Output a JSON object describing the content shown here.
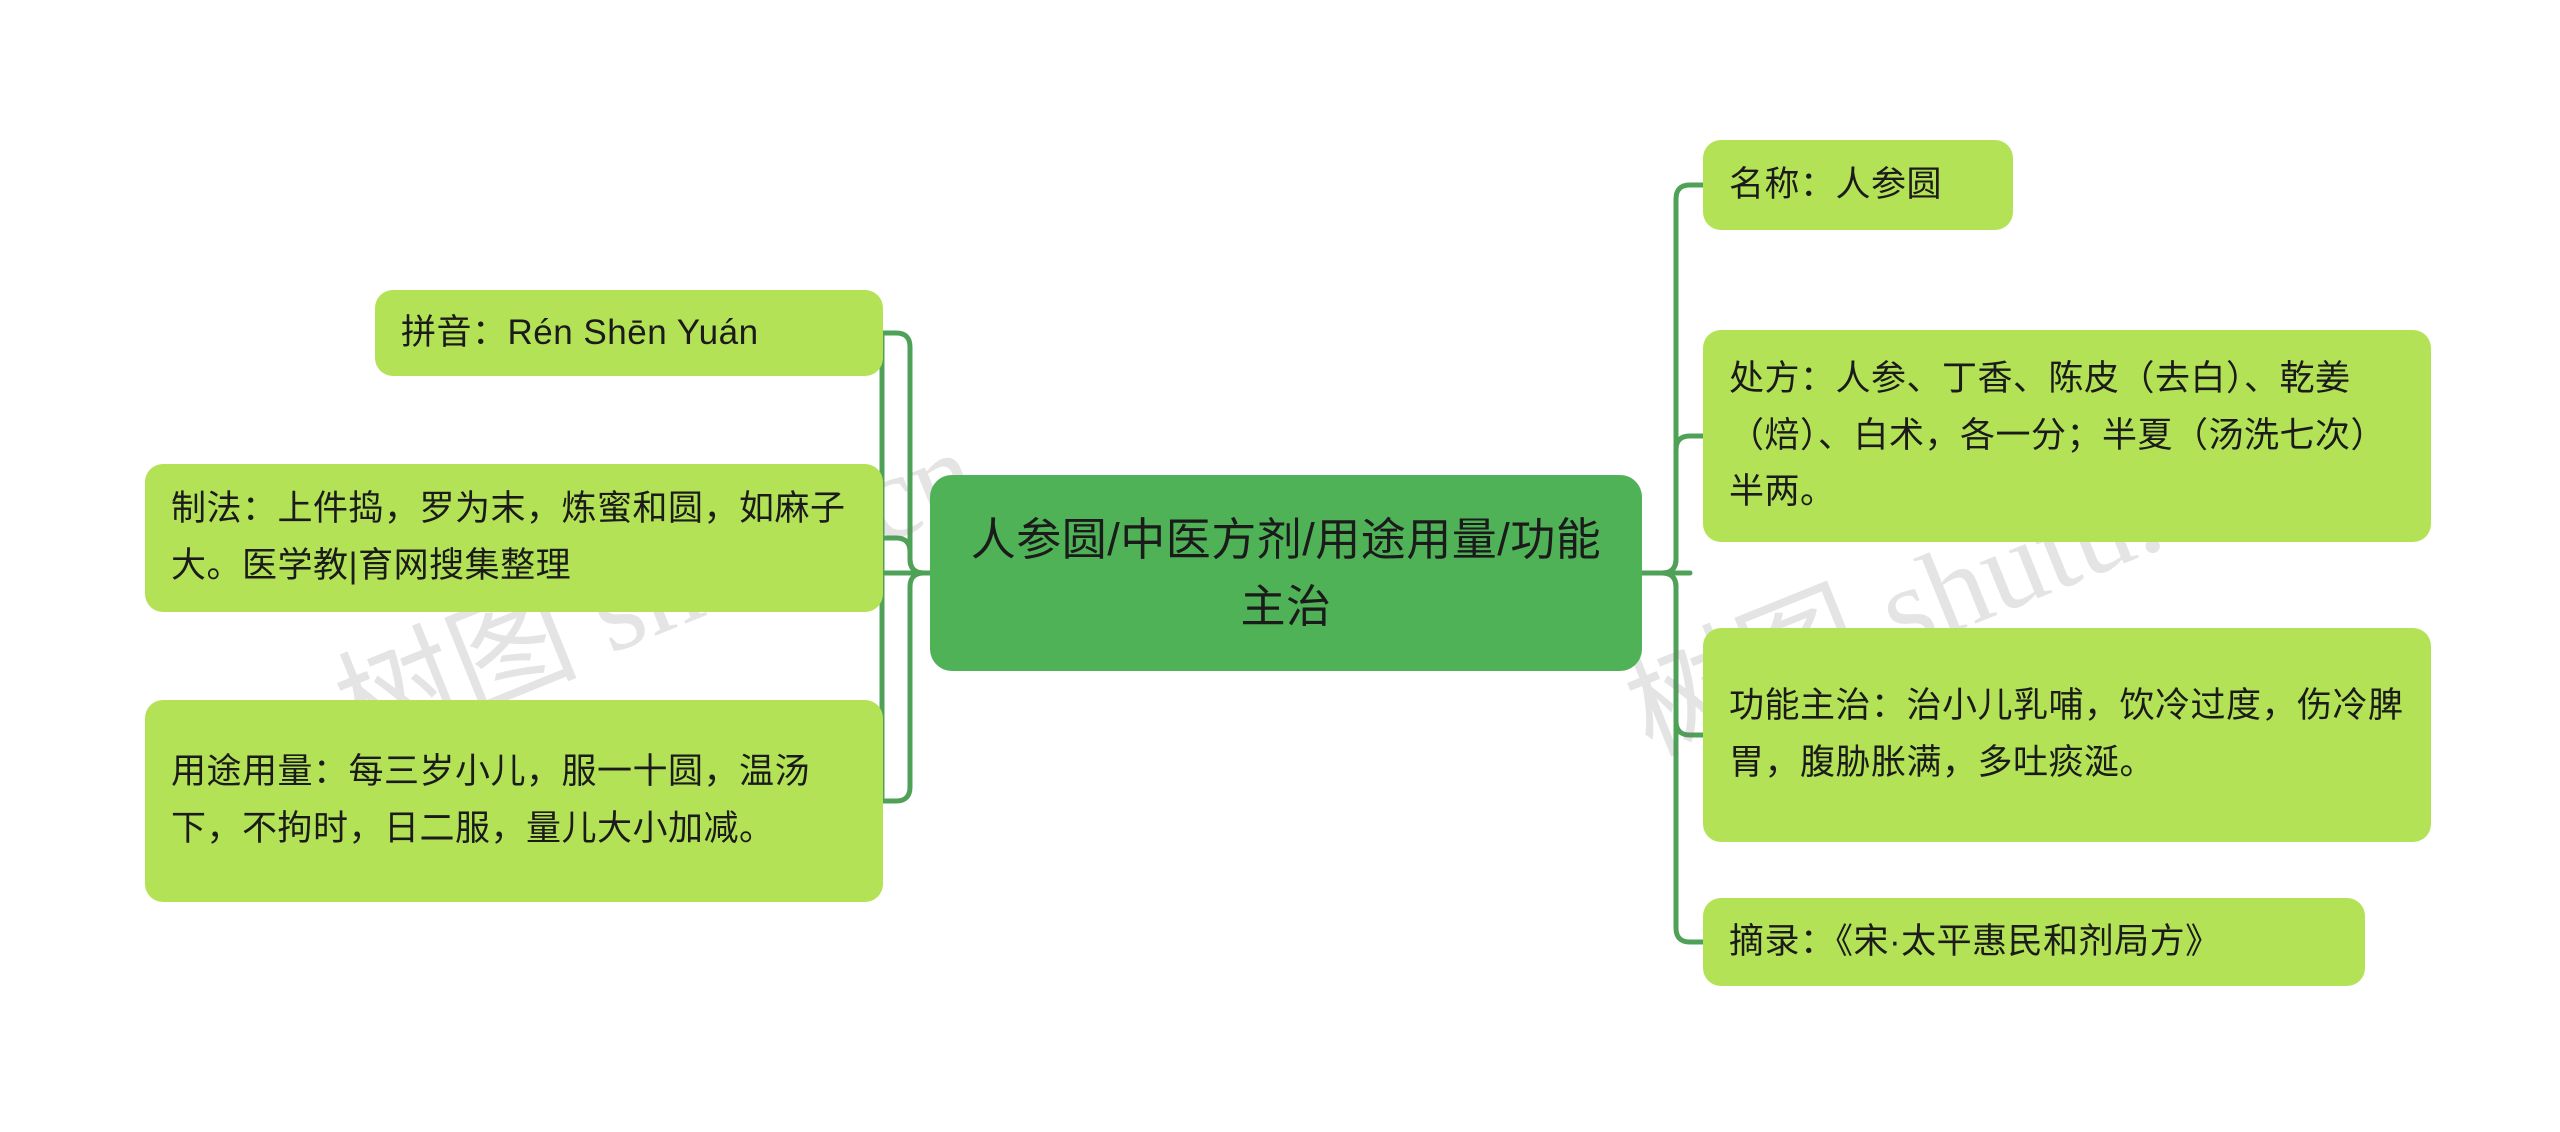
{
  "diagram": {
    "type": "mind-map",
    "background_color": "#ffffff",
    "root_color": "#4fb257",
    "leaf_color": "#b3e256",
    "connector_color": "#4fa158",
    "text_color": "#1b1b1b",
    "root": {
      "label": "人参圆/中医方剂/用途用量/功能主治"
    },
    "left_branches": [
      {
        "id": "pinyin",
        "label": "拼音：Rén Shēn Yuán"
      },
      {
        "id": "zhifa",
        "label": "制法：上件捣，罗为末，炼蜜和圆，如麻子大。医学教|育网搜集整理"
      },
      {
        "id": "yongtu",
        "label": "用途用量：每三岁小儿，服一十圆，温汤下，不拘时，日二服，量儿大小加减。"
      }
    ],
    "right_branches": [
      {
        "id": "mingcheng",
        "label": "名称：人参圆"
      },
      {
        "id": "chufang",
        "label": "处方：人参、丁香、陈皮（去白）、乾姜（焙）、白术，各一分；半夏（汤洗七次）半两。"
      },
      {
        "id": "gongneng",
        "label": "功能主治：治小儿乳哺，饮冷过度，伤冷脾胃，腹胁胀满，多吐痰涎。"
      },
      {
        "id": "zhailu",
        "label": "摘录：《宋·太平惠民和剂局方》"
      }
    ]
  },
  "watermark": {
    "text": "树图 shutu.cn",
    "cn_part": "树图",
    "domain_part": " shutu.cn"
  }
}
